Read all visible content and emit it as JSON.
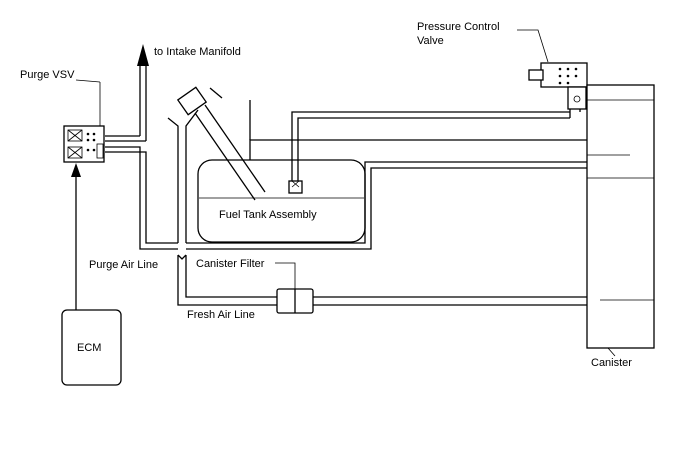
{
  "labels": {
    "intake_manifold": "to Intake Manifold",
    "pressure_control_valve_line1": "Pressure Control",
    "pressure_control_valve_line2": "Valve",
    "purge_vsv": "Purge VSV",
    "fuel_tank_assembly": "Fuel Tank Assembly",
    "canister_filter": "Canister Filter",
    "purge_air_line": "Purge Air Line",
    "fresh_air_line": "Fresh Air Line",
    "ecm": "ECM",
    "canister": "Canister"
  }
}
